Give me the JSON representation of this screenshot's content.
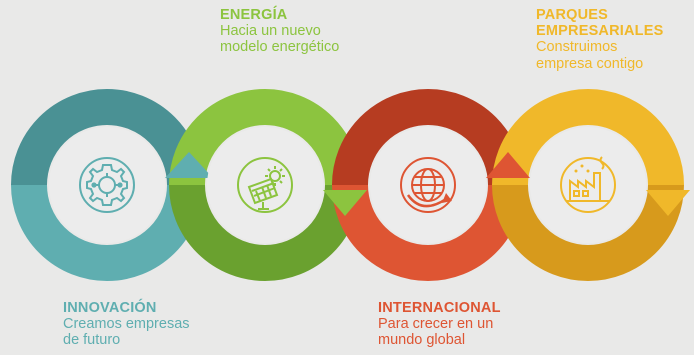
{
  "colors": {
    "background": "#e9e9e8",
    "teal": "#5faeb0",
    "teal_dark": "#4a9194",
    "green": "#8cc43f",
    "green_dark": "#6aa12f",
    "red": "#de5533",
    "red_dark": "#b63c21",
    "yellow": "#f0b82a",
    "yellow_dark": "#d79a1c",
    "inner_circle": "#ececec"
  },
  "stages": [
    {
      "id": "innovacion",
      "title": "INNOVACIÓN",
      "subtitle": "Creamos empresas\nde futuro",
      "icon": "gear-circuit-icon"
    },
    {
      "id": "energia",
      "title": "ENERGÍA",
      "subtitle": "Hacia un nuevo\nmodelo energético",
      "icon": "solar-panel-icon"
    },
    {
      "id": "internacional",
      "title": "INTERNACIONAL",
      "subtitle": "Para crecer en un\nmundo global",
      "icon": "globe-arrow-icon"
    },
    {
      "id": "parques",
      "title": "PARQUES\nEMPRESARIALES",
      "subtitle": "Construimos\nempresa contigo",
      "icon": "factory-icon"
    }
  ]
}
